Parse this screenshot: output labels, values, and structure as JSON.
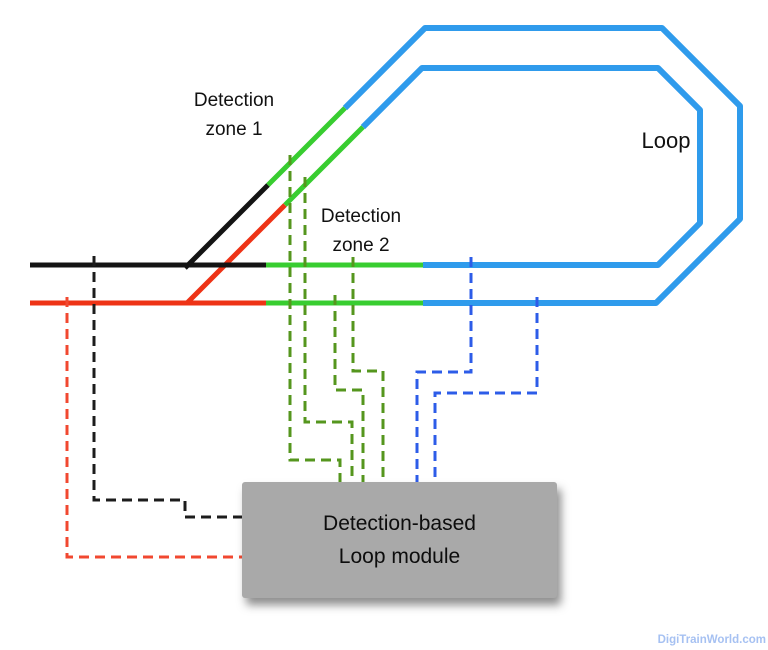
{
  "labels": {
    "zone1_line1": "Detection",
    "zone1_line2": "zone 1",
    "zone2_line1": "Detection",
    "zone2_line2": "zone 2",
    "loop": "Loop",
    "module_line1": "Detection-based",
    "module_line2": "Loop module",
    "watermark": "DigiTrainWorld.com"
  },
  "colors": {
    "background": "#ffffff",
    "track-black": "#141414",
    "track-red": "#ee3316",
    "track-green": "#38cd30",
    "track-blue": "#2f9bec",
    "wire-black": "#1c1c1c",
    "wire-red": "#f14830",
    "wire-green": "#55961e",
    "wire-blue": "#2d5ce8",
    "label-color": "#111111",
    "module-bg": "#a9a9a9",
    "module-text": "#0d0d0d",
    "watermark-color": "#a6c1f2"
  }
}
